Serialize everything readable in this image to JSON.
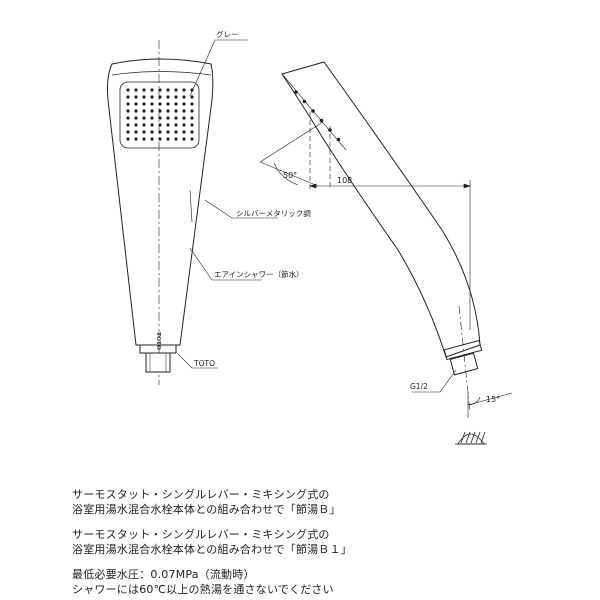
{
  "labels": {
    "gray": "グレー",
    "silver": "シルバーメタリック調",
    "air_in": "エアインシャワー（節水）",
    "toto_mark": "TOTO",
    "toto_logo": "TOTO",
    "thread": "G1/2"
  },
  "dimensions": {
    "angle_head": "50°",
    "length": "108",
    "angle_thread": "15°"
  },
  "notes": {
    "line1": "サーモスタット・シングルレバー・ミキシング式の",
    "line2": "浴室用湯水混合水栓本体との組み合わせで「節湯Ｂ」",
    "line3": "サーモスタット・シングルレバー・ミキシング式の",
    "line4": "浴室用湯水混合水栓本体との組み合わせで「節湯Ｂ１」",
    "line5": "最低必要水圧：0.07MPa（流動時）",
    "line6": "シャワーには60℃以上の熱湯を通さないでください"
  }
}
